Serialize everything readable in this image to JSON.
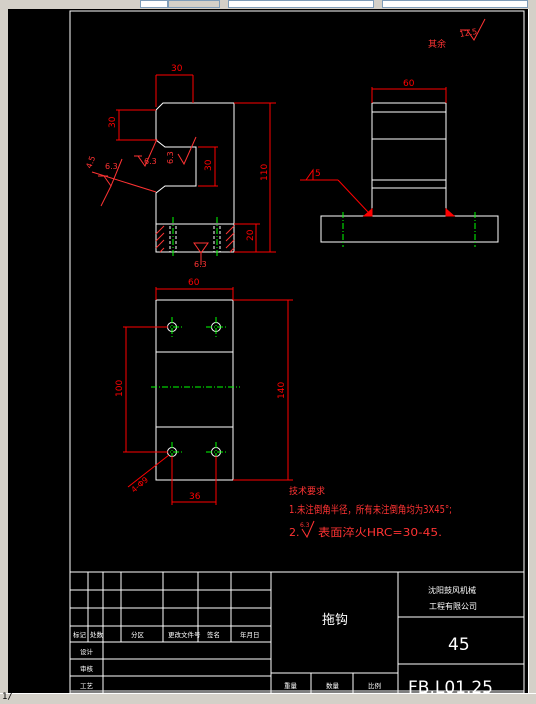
{
  "window": {
    "status_text": "1/"
  },
  "colors": {
    "outline": "#ffffff",
    "dimension": "#ff0000",
    "center": "#00ff00",
    "accent": "#ff3333"
  },
  "roughness": {
    "other": "其余",
    "other_value": "12.5",
    "face_a": "6.3",
    "face_b": "6.3",
    "face_c": "6.3",
    "bottom": "6.3",
    "left": "6.3",
    "left_angle": "4.5"
  },
  "dims": {
    "top_width": "30",
    "slot_height": "30",
    "slot_inner": "30",
    "height_110": "110",
    "base_20": "20",
    "side_width": "60",
    "weld_5": "5",
    "plan_width": "60",
    "hole_spacing_100": "100",
    "total_140": "140",
    "hole_x_36": "36",
    "hole_dia": "4-Φ9"
  },
  "tech_requirements": {
    "title": "技术要求",
    "item1": "1.未注倒角半径，所有未注倒角均为3X45°;",
    "item2_prefix": "2.",
    "item2_sym": "6.3",
    "item2_text": "表面淬火HRC=30-45."
  },
  "title_block": {
    "part_name": "拖钩",
    "company_line1": "沈阳鼓风机械",
    "company_line2": "工程有限公司",
    "material": "45",
    "drawing_number": "FB.L01.25",
    "row_labels": [
      "标记",
      "处数",
      "分区",
      "更改文件号",
      "签名",
      "年月日"
    ],
    "side_labels": [
      "设计",
      "审核",
      "工艺"
    ],
    "bottom_labels": [
      "重量",
      "数量",
      "比例"
    ]
  }
}
